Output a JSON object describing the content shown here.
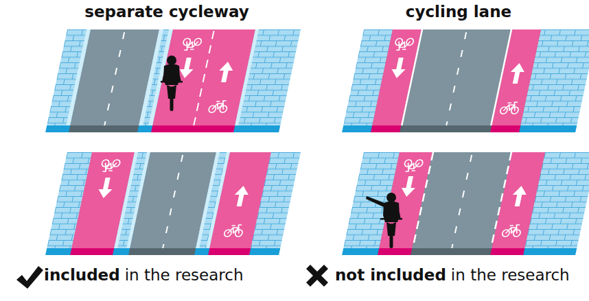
{
  "diagram": {
    "labels": [
      "separate cycleway",
      "cycling lane",
      "included",
      "in the research",
      "not included",
      "in the research"
    ]
  }
}
